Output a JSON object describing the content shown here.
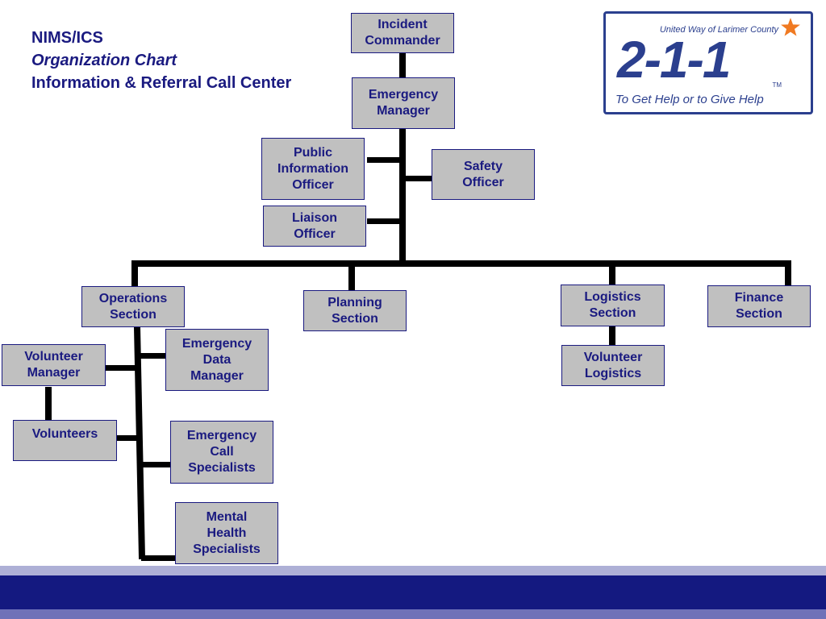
{
  "title": {
    "line1": "NIMS/ICS",
    "line2": "Organization Chart",
    "line3": "Information & Referral Call Center"
  },
  "logo": {
    "org": "United Way of Larimer County",
    "number": "2-1-1",
    "tm": "TM",
    "tagline": "To Get Help or to Give Help"
  },
  "nodes": {
    "incident_commander": "Incident\nCommander",
    "emergency_manager": "Emergency\nManager",
    "public_information_officer": "Public\nInformation\nOfficer",
    "safety_officer": "Safety\nOfficer",
    "liaison_officer": "Liaison\nOfficer",
    "operations_section": "Operations\nSection",
    "planning_section": "Planning\nSection",
    "logistics_section": "Logistics\nSection",
    "finance_section": "Finance\nSection",
    "volunteer_manager": "Volunteer\nManager",
    "volunteers": "Volunteers",
    "emergency_data_manager": "Emergency\nData\nManager",
    "emergency_call_specialists": "Emergency\nCall\nSpecialists",
    "mental_health_specialists": "Mental\nHealth\nSpecialists",
    "volunteer_logistics": "Volunteer\nLogistics"
  },
  "colors": {
    "box_fill": "#c0c0c0",
    "box_border": "#1a1a80",
    "text": "#1a1a80",
    "connector": "#000000",
    "band_dark": "#141980",
    "band_light": "#aeb0d6",
    "band_mid": "#6f72b8",
    "logo_star": "#f07a22"
  }
}
